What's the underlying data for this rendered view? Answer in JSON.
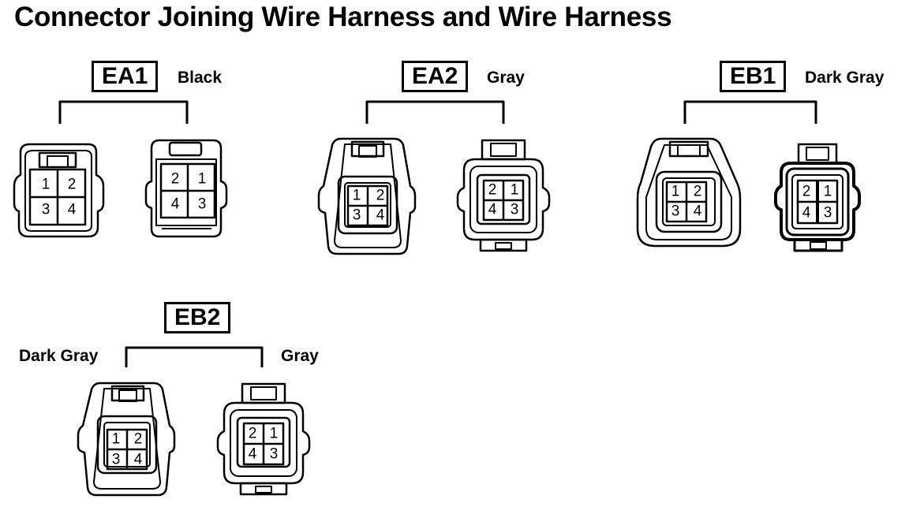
{
  "title": "Connector Joining Wire Harness and Wire Harness",
  "connectors": {
    "EA1": {
      "code": "EA1",
      "color": "Black"
    },
    "EA2": {
      "code": "EA2",
      "color": "Gray"
    },
    "EB1": {
      "code": "EB1",
      "color": "Dark Gray"
    },
    "EB2": {
      "code": "EB2",
      "left_color": "Dark Gray",
      "right_color": "Gray"
    }
  },
  "pins": {
    "female_side": [
      "1",
      "2",
      "3",
      "4"
    ],
    "male_side": [
      "2",
      "1",
      "4",
      "3"
    ]
  }
}
